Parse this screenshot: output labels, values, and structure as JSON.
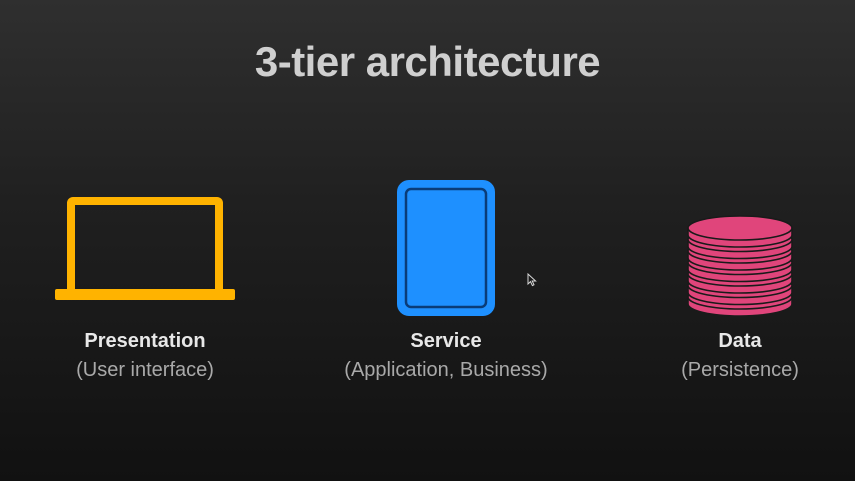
{
  "title": "3-tier architecture",
  "tiers": [
    {
      "icon": "laptop-icon",
      "color": "#FFB300",
      "label": "Presentation",
      "sublabel": "(User interface)"
    },
    {
      "icon": "tablet-icon",
      "color": "#1E90FF",
      "label": "Service",
      "sublabel": "(Application, Business)"
    },
    {
      "icon": "database-icon",
      "color": "#E0457B",
      "label": "Data",
      "sublabel": "(Persistence)"
    }
  ],
  "colors": {
    "background_top": "#2f2f2f",
    "background_bottom": "#111111",
    "title": "#cfcfcf",
    "label": "#e8e8e8",
    "sublabel": "#a9a9a9"
  }
}
